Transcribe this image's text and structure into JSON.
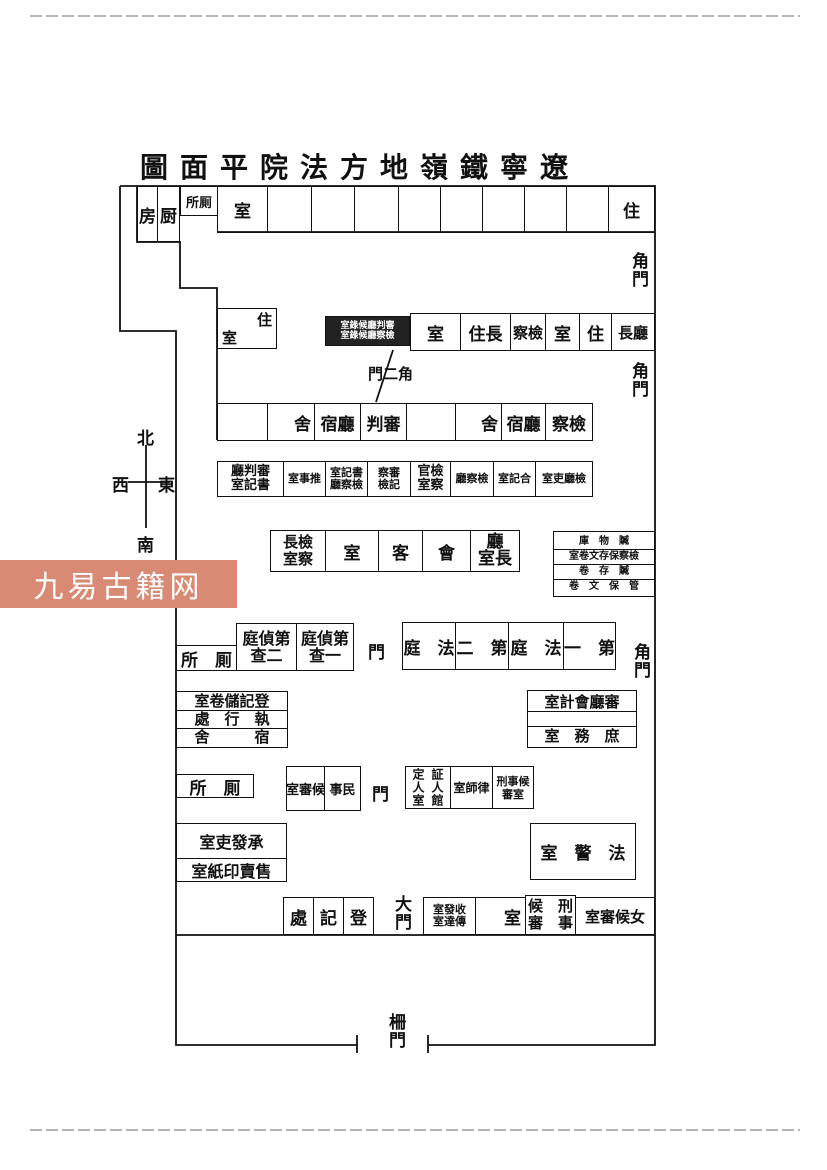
{
  "title": "圖面平院法方地嶺鐵寧遼",
  "watermark": "九易古籍网",
  "compass": {
    "north": "北",
    "south": "南",
    "east": "東",
    "west": "西"
  },
  "top_row": {
    "stable": "房",
    "kitchen": "厨",
    "toilet": "所厠",
    "room": "室",
    "residence": "住"
  },
  "side_gates": {
    "gate1": "角門",
    "gate2": "角門",
    "gate3": "角門"
  },
  "second_gate": "門二角",
  "upper_block": {
    "left_room_a": "住",
    "left_room_b": "室",
    "small_a": "室錄候廳判審",
    "small_b": "室錄候廳察檢",
    "cells": [
      "室",
      "住長",
      "察檢",
      "室",
      "住",
      "長廳"
    ]
  },
  "dorm_row": [
    "舍",
    "宿廳",
    "判審",
    "舍",
    "宿廳",
    "察檢"
  ],
  "office_row": {
    "c1_a": "廳判審",
    "c1_b": "室記書",
    "c2": "室事推",
    "c3_a": "室記書",
    "c3_b": "廳察檢",
    "c4_a": "察審",
    "c4_b": "檢記",
    "c5_a": "官檢",
    "c5_b": "室察",
    "c6": "廳察檢",
    "c7": "室記合",
    "c8": "室吏廳檢"
  },
  "reception_row": {
    "c1_a": "長檢",
    "c1_b": "室察",
    "c2": "室",
    "c3": "客",
    "c4": "會",
    "c5_a": "廳",
    "c5_b": "室長"
  },
  "storage": [
    "庫　物　贓",
    "室卷文存保察檢",
    "卷　存　贓",
    "卷　文　保　管"
  ],
  "courts": {
    "toilet": "所　厠",
    "inv2_a": "庭偵第",
    "inv2_b": "查二",
    "inv1_a": "庭偵第",
    "inv1_b": "查一",
    "gate": "門",
    "court2_a": "庭　法",
    "court2_b": "二　第",
    "court1_a": "庭　法",
    "court1_b": "一　第"
  },
  "registry": [
    "室卷儲記登",
    "處　行　執",
    "舍　　　宿"
  ],
  "accounting": [
    "室計會廳審",
    "室　務　庶"
  ],
  "middle": {
    "toilet": "所　厠",
    "civil_a": "室審候",
    "civil_b": "事民",
    "gate": "門",
    "witness_a": "定人室",
    "witness_b": "証人館",
    "lawyer": "室師律",
    "criminal": "刑事候審室"
  },
  "bailiff_office": "室吏發承",
  "stamp_office": "室紙印賣售",
  "police": "室　警　法",
  "front": {
    "registration": [
      "處",
      "記",
      "登"
    ],
    "main_gate": "大門",
    "dispatch_a": "室發收",
    "dispatch_b": "室達傳",
    "room": "室",
    "criminal_a": "候　刑",
    "criminal_b": "審　事",
    "women": "室審候女"
  },
  "fence_gate": "柵門"
}
